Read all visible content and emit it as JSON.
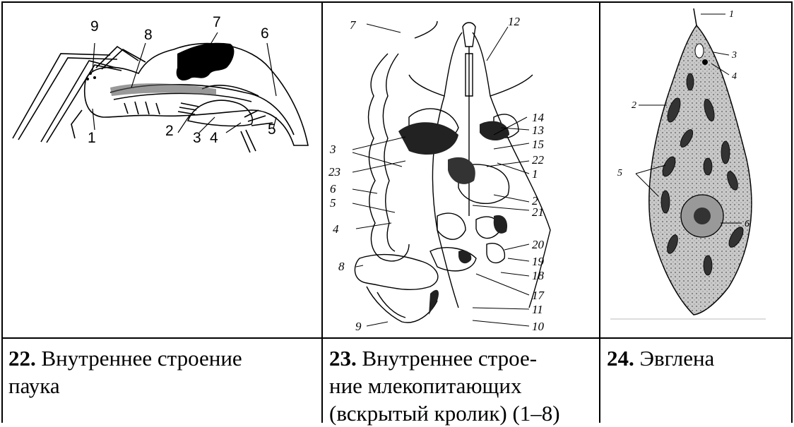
{
  "captions": [
    {
      "number": "22.",
      "lines": [
        "Внутреннее строение",
        "паука"
      ]
    },
    {
      "number": "23.",
      "lines": [
        "Внутреннее строе-",
        "ние млекопитающих",
        "(вскрытый кролик) (1–8)"
      ]
    },
    {
      "number": "24.",
      "lines": [
        "Эвглена"
      ]
    }
  ],
  "figures": {
    "spider": {
      "labels": [
        "9",
        "8",
        "7",
        "6",
        "1",
        "2",
        "3",
        "4",
        "5"
      ]
    },
    "rabbit": {
      "labels": [
        "7",
        "12",
        "14",
        "13",
        "3",
        "15",
        "22",
        "23",
        "1",
        "6",
        "2",
        "5",
        "21",
        "4",
        "20",
        "8",
        "19",
        "18",
        "17",
        "11",
        "9",
        "10"
      ]
    },
    "euglena": {
      "labels": [
        "1",
        "3",
        "4",
        "2",
        "5",
        "6"
      ]
    }
  }
}
